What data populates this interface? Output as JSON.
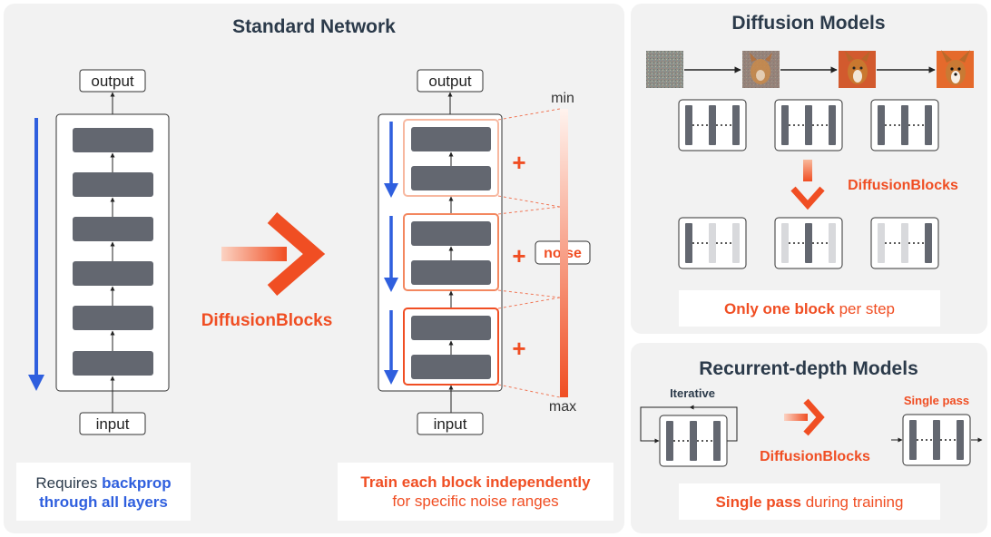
{
  "left_panel": {
    "title": "Standard Network",
    "output_label": "output",
    "input_label": "input",
    "note_prefix": "Requires ",
    "note_highlight_1": "backprop",
    "note_highlight_2": "through all layers"
  },
  "middle": {
    "method_label": "DiffusionBlocks",
    "output_label": "output",
    "input_label": "input",
    "plus": "+",
    "noise_label": "noise",
    "scale_min": "min",
    "scale_max": "max",
    "note_highlight": "Train each block independently",
    "note_rest": "for specific noise ranges"
  },
  "diffusion_panel": {
    "title": "Diffusion Models",
    "method_label": "DiffusionBlocks",
    "note_highlight": "Only one block",
    "note_rest": " per step"
  },
  "recurrent_panel": {
    "title": "Recurrent-depth Models",
    "iterative_label": "Iterative",
    "single_pass_label": "Single pass",
    "method_label": "DiffusionBlocks",
    "note_highlight": "Single pass",
    "note_rest": " during training"
  },
  "colors": {
    "orange": "#f04e23",
    "blue": "#2f5fde",
    "navy": "#2b3a4a",
    "block": "#636770",
    "panel": "#f2f2f2"
  }
}
